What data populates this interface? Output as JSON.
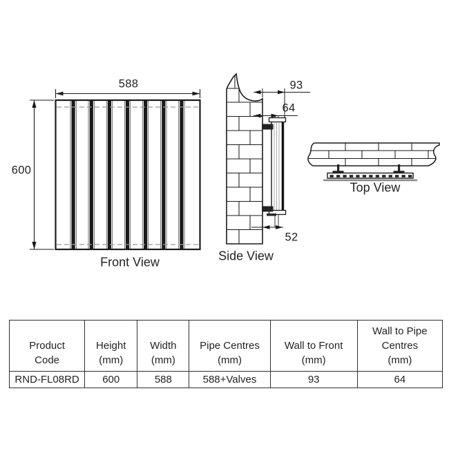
{
  "front_view": {
    "label": "Front View",
    "width_dim": "588",
    "height_dim": "600",
    "panel_count": 8
  },
  "side_view": {
    "label": "Side View",
    "wall_to_front_dim": "93",
    "wall_to_pipe_dim": "64",
    "bottom_pipe_dim": "52"
  },
  "top_view": {
    "label": "Top View"
  },
  "table": {
    "headers": [
      {
        "lines": [
          "Product",
          "Code"
        ]
      },
      {
        "lines": [
          "Height",
          "(mm)"
        ]
      },
      {
        "lines": [
          "Width",
          "(mm)"
        ]
      },
      {
        "lines": [
          "Pipe Centres",
          "(mm)"
        ]
      },
      {
        "lines": [
          "Wall to Front",
          "(mm)"
        ]
      },
      {
        "lines": [
          "Wall to Pipe",
          "Centres",
          "(mm)"
        ]
      }
    ],
    "rows": [
      [
        "RND-FL08RD",
        "600",
        "588",
        "588+Valves",
        "93",
        "64"
      ]
    ]
  },
  "colors": {
    "line": "#1a1a1a",
    "dash": "#999999",
    "table_border": "#2e2e2e",
    "text": "#232323"
  }
}
